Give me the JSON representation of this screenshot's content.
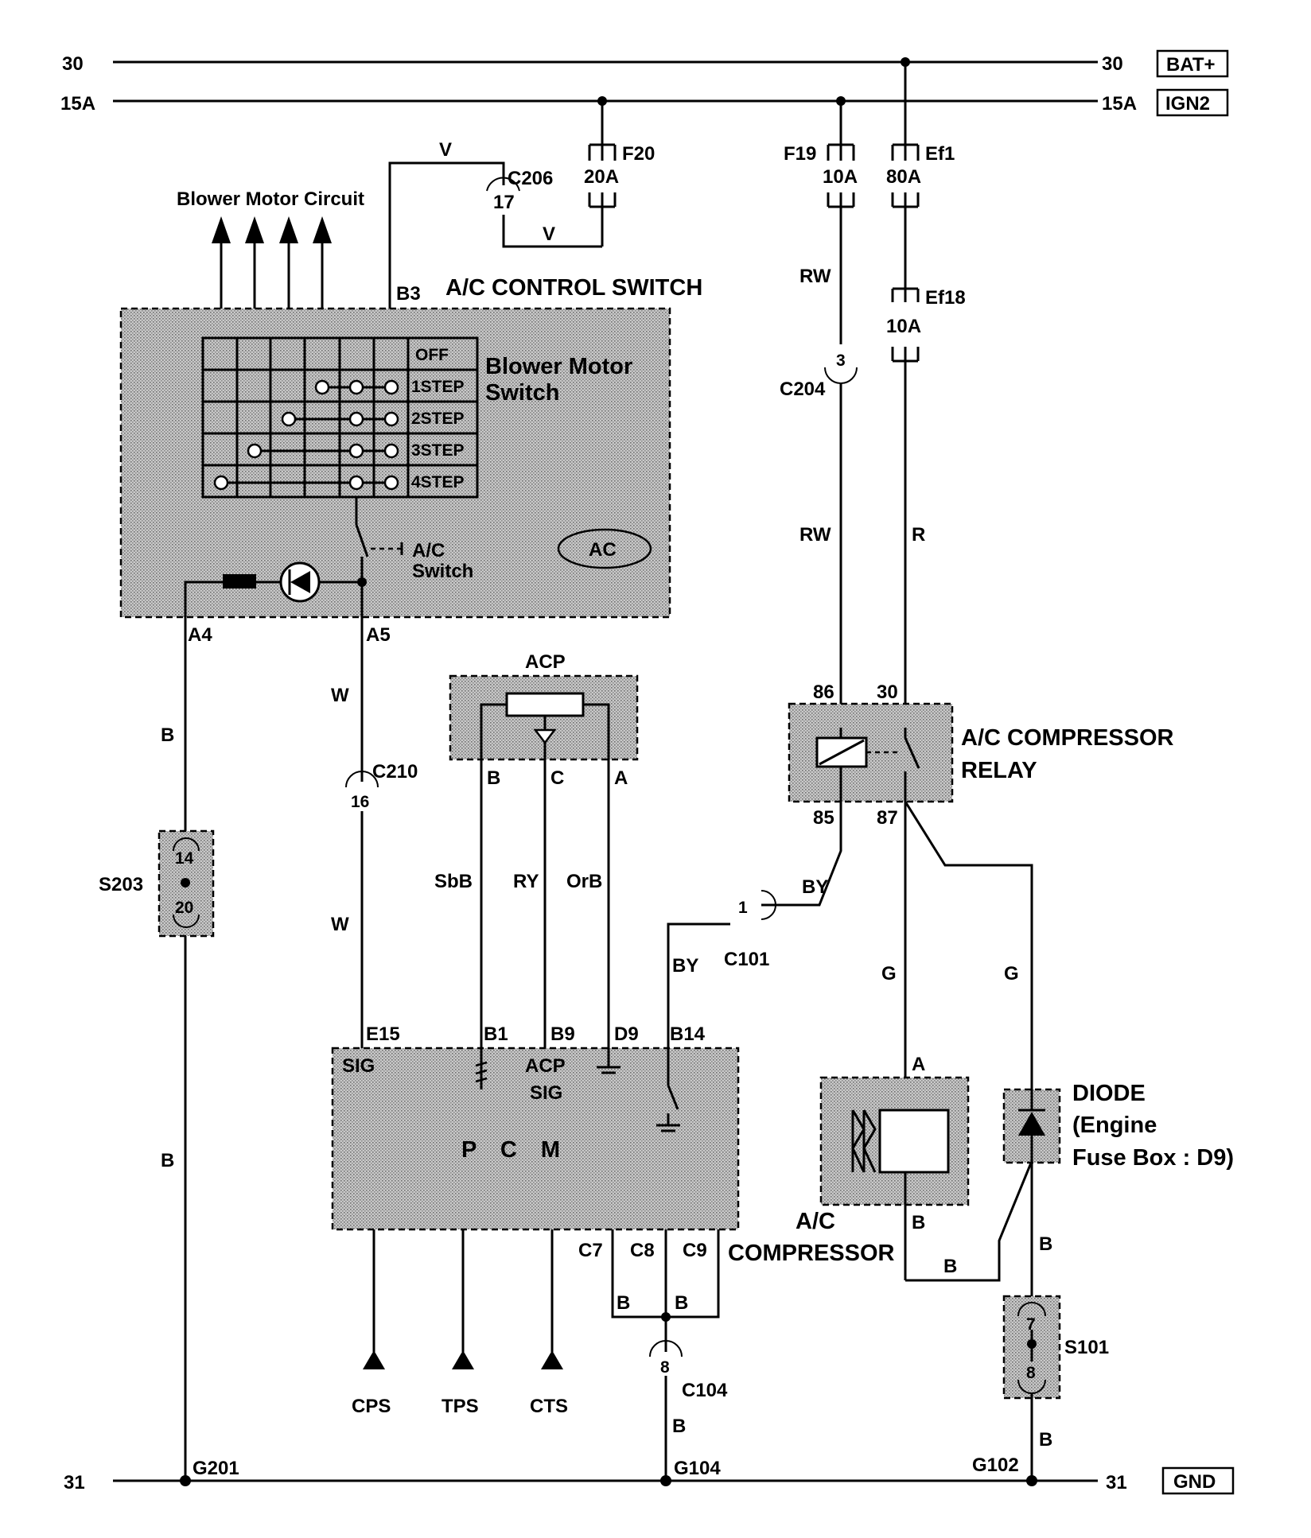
{
  "rails": {
    "bat_left": "30",
    "bat_right": "30",
    "bat_tag": "BAT+",
    "ign_left": "15A",
    "ign_right": "15A",
    "ign_tag": "IGN2",
    "gnd_left": "31",
    "gnd_right": "31",
    "gnd_tag": "GND"
  },
  "fuses": {
    "f20_name": "F20",
    "f20_rating": "20A",
    "f19_name": "F19",
    "f19_rating": "10A",
    "ef1_name": "Ef1",
    "ef1_rating": "80A",
    "ef18_name": "Ef18",
    "ef18_rating": "10A"
  },
  "connectors": {
    "c206": "C206",
    "c206_pin": "17",
    "c204": "C204",
    "c204_pin": "3",
    "c210": "C210",
    "c210_pin": "16",
    "c101": "C101",
    "c101_pin": "1",
    "c104": "C104",
    "c104_pin": "8",
    "s203": "S203",
    "s203_pin_top": "14",
    "s203_pin_bottom": "20",
    "s101": "S101",
    "s101_pin_top": "7",
    "s101_pin_bottom": "8"
  },
  "grounds": {
    "g201": "G201",
    "g104": "G104",
    "g102": "G102"
  },
  "wires": {
    "v1": "V",
    "v2": "V",
    "rw1": "RW",
    "rw2": "RW",
    "r": "R",
    "b_a4": "B",
    "b_left_low": "B",
    "w1": "W",
    "w2": "W",
    "sbb": "SbB",
    "ry": "RY",
    "orb": "OrB",
    "by1": "BY",
    "by2": "BY",
    "g1": "G",
    "g2": "G",
    "b_c7": "B",
    "b_c9": "B",
    "b_c104": "B",
    "b_comp": "B",
    "b_comp2": "B",
    "b_diode": "B",
    "b_s101": "B"
  },
  "control_switch": {
    "title": "A/C CONTROL SWITCH",
    "blower_circuit": "Blower Motor Circuit",
    "blower_switch_1": "Blower Motor",
    "blower_switch_2": "Switch",
    "steps": [
      "OFF",
      "1STEP",
      "2STEP",
      "3STEP",
      "4STEP"
    ],
    "ac_switch_1": "A/C",
    "ac_switch_2": "Switch",
    "ac_badge": "AC",
    "pin_b3": "B3",
    "pin_a4": "A4",
    "pin_a5": "A5"
  },
  "acp": {
    "title": "ACP",
    "pin_b": "B",
    "pin_c": "C",
    "pin_a": "A"
  },
  "pcm": {
    "name": "P C M",
    "sig": "SIG",
    "acp_sig_1": "ACP",
    "acp_sig_2": "SIG",
    "pin_e15": "E15",
    "pin_b1": "B1",
    "pin_b9": "B9",
    "pin_d9": "D9",
    "pin_b14": "B14",
    "pin_c7": "C7",
    "pin_c8": "C8",
    "pin_c9": "C9",
    "out_cps": "CPS",
    "out_tps": "TPS",
    "out_cts": "CTS"
  },
  "relay": {
    "title_1": "A/C COMPRESSOR",
    "title_2": "RELAY",
    "pin_86": "86",
    "pin_30": "30",
    "pin_85": "85",
    "pin_87": "87"
  },
  "compressor": {
    "title_1": "A/C",
    "title_2": "COMPRESSOR",
    "pin_a": "A",
    "pin_b": "B"
  },
  "diode": {
    "title_1": "DIODE",
    "title_2": "(Engine",
    "title_3": "Fuse Box : D9)"
  }
}
